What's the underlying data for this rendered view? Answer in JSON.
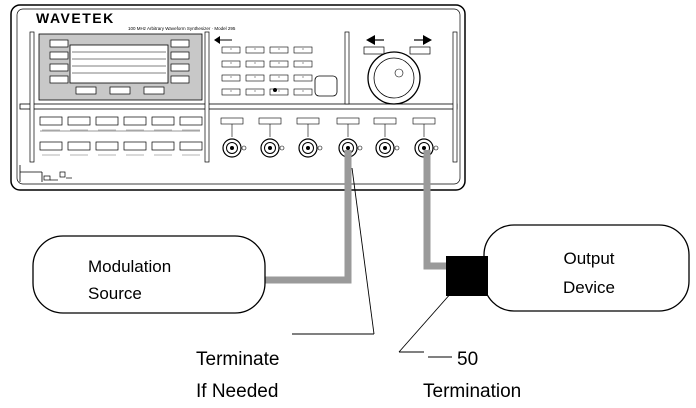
{
  "instrument": {
    "brand": "WAVETEK",
    "model_line": "100 MHz Arbitrary Waveform Synthesizer · Model 295"
  },
  "boxes": {
    "modulation_source": {
      "line1": "Modulation",
      "line2": "Source"
    },
    "output_device": {
      "line1": "Output",
      "line2": "Device"
    }
  },
  "callouts": {
    "terminate": {
      "line1": "Terminate",
      "line2": "If Needed"
    },
    "termination": {
      "line1": "50",
      "line2": "Termination"
    }
  },
  "colors": {
    "cable": "#9a9a9a",
    "display_panel": "#c8c8c8",
    "terminator": "#000000",
    "outline": "#000000"
  }
}
